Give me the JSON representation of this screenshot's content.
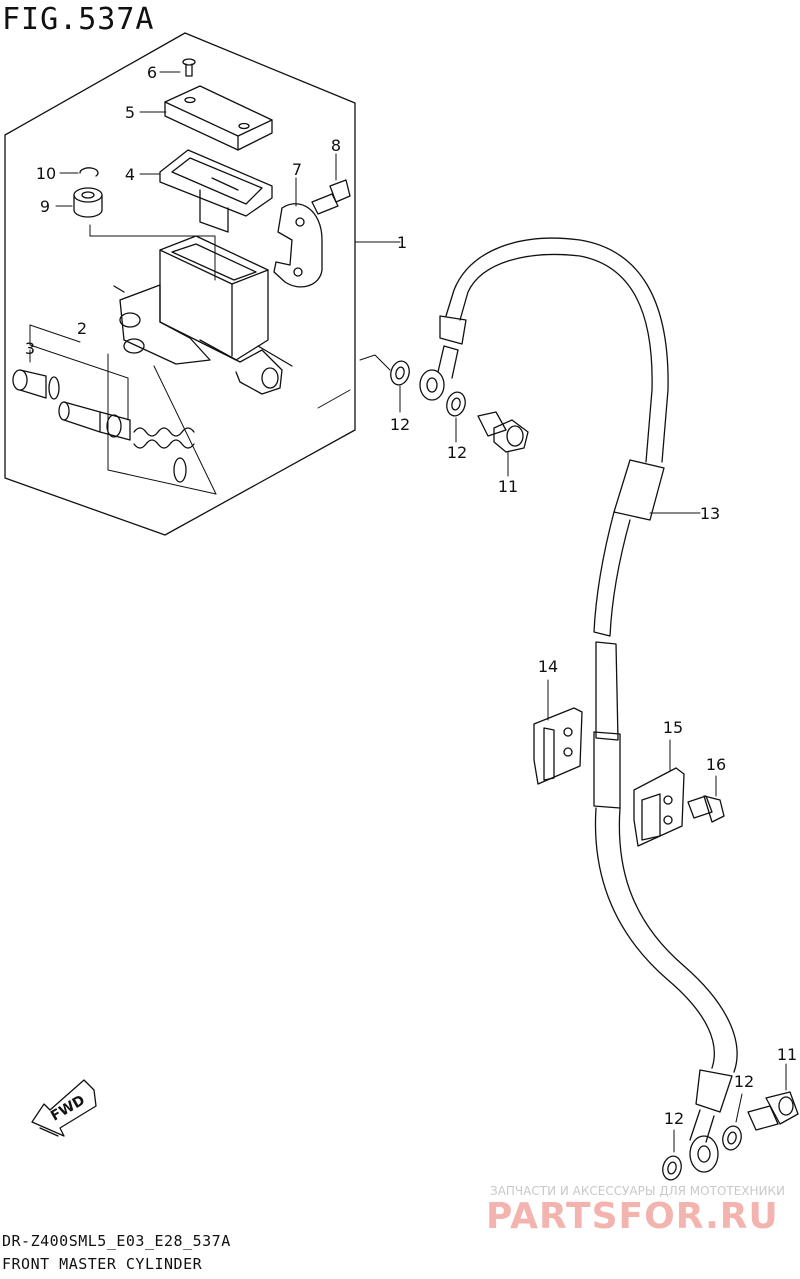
{
  "figure": {
    "title": "FIG.537A",
    "model_code": "DR-Z400SML5_E03_E28_537A",
    "name": "FRONT MASTER CYLINDER"
  },
  "callouts": [
    "1",
    "2",
    "3",
    "4",
    "5",
    "6",
    "7",
    "8",
    "9",
    "10",
    "11",
    "11",
    "12",
    "12",
    "12",
    "12",
    "13",
    "14",
    "15",
    "16"
  ],
  "fwd_label": "FWD",
  "watermark": {
    "tagline": "ЗАПЧАСТИ И АКСЕССУАРЫ ДЛЯ МОТОТЕХНИКИ",
    "logo": "PARTSFOR.RU"
  },
  "colors": {
    "line": "#111111",
    "watermark_logo": "#f3b3ae",
    "watermark_text": "#c9c9c9"
  }
}
